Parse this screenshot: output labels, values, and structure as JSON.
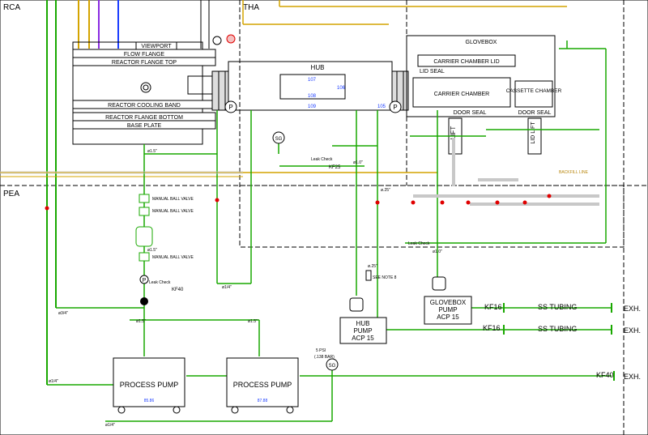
{
  "zones": {
    "rca": "RCA",
    "tha": "THA",
    "pea": "PEA"
  },
  "reactor": {
    "viewport": "VIEWPORT",
    "flow_flange": "FLOW FLANGE",
    "flange_top": "REACTOR FLANGE TOP",
    "cooling_band": "REACTOR COOLING BAND",
    "flange_bottom": "REACTOR FLANGE BOTTOM",
    "base_plate": "BASE PLATE"
  },
  "hub": {
    "title": "HUB",
    "n107": "107",
    "n106": "106",
    "n108": "108",
    "n109": "109",
    "n105": "105"
  },
  "glovebox": {
    "title": "GLOVEBOX",
    "carrier_lid": "CARRIER CHAMBER LID",
    "lid_seal": "LID SEAL",
    "carrier_chamber": "CARRIER CHAMBER",
    "door_seal_1": "DOOR SEAL",
    "cassette": "CASSETTE CHAMBER",
    "door_seal_2": "DOOR SEAL",
    "lift1": "LIFT",
    "lift2": "LID LIFT",
    "backfill": "BACKFILL LINE"
  },
  "valves": {
    "manual1": "MANUAL BALL VALVE",
    "manual2": "MANUAL BALL VALVE",
    "manual3": "MANUAL BALL VALVE",
    "leak_check_1": "Leak Check",
    "leak_check_2": "Leak Check",
    "leak_check_3": "Leak Check",
    "kf25": "KF25",
    "kf40a": "KF40",
    "see_note": "SEE NOTE 8",
    "sg": "SG",
    "p": "P",
    "psi5": "5 PSI",
    "bar": "(.138 BAR)"
  },
  "sizes": {
    "s15a": "ø1.5\"",
    "s15b": "ø1.5\"",
    "s10a": "ø1.0\"",
    "s10b": "ø1.0\"",
    "s25a": "ø.25\"",
    "s25b": "ø.25\"",
    "s14a": "ø1/4\"",
    "s14b": "ø1/4\"",
    "s14c": "ø1/4\"",
    "s34": "ø3/4\"",
    "s15c": "ø1.5\"",
    "s15d": "ø1.5\""
  },
  "pumps": {
    "hub_pump": [
      "HUB",
      "PUMP",
      "ACP 15"
    ],
    "gb_pump": [
      "GLOVEBOX",
      "PUMP",
      "ACP 15"
    ],
    "process1": "PROCESS PUMP",
    "process1_id": "85.86",
    "process2": "PROCESS PUMP",
    "process2_id": "87.88"
  },
  "exhaust": [
    {
      "kf": "KF16",
      "label": "SS TUBING",
      "exh": "EXH."
    },
    {
      "kf": "KF16",
      "label": "SS TUBING",
      "exh": "EXH."
    },
    {
      "kf": "KF40",
      "label": "",
      "exh": "EXH."
    }
  ],
  "colors": {
    "green": "#19a800",
    "blue": "#1a3cff",
    "cyan": "#0aa6c8",
    "red": "#e00000",
    "grey": "#c8c8c8"
  }
}
